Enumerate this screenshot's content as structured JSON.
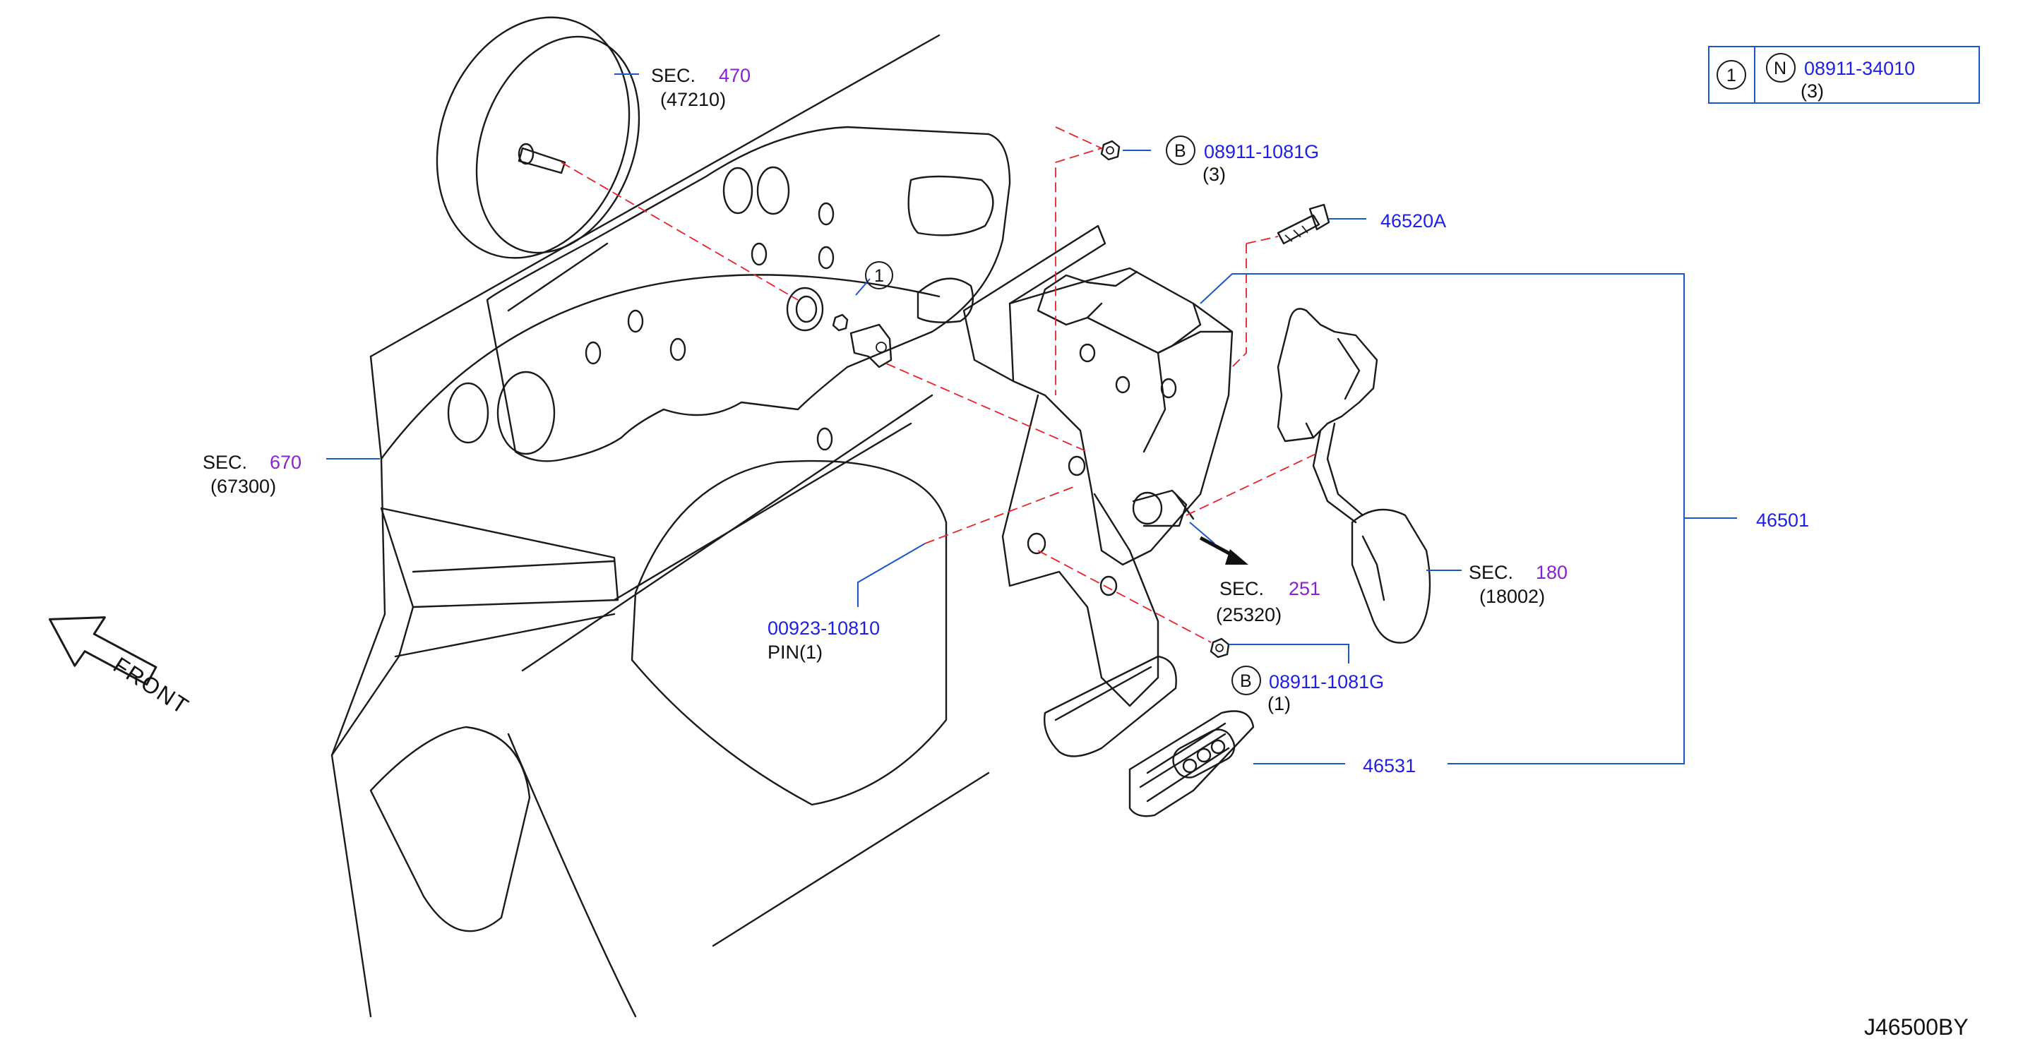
{
  "colors": {
    "part_number": "#1f1fe6",
    "section_number": "#8a1fd6",
    "text": "#111111",
    "leader": "#1a57c8",
    "dashed_line": "#e8202a",
    "drawing": "#1a1a1a"
  },
  "legend": {
    "index": "1",
    "prefix": "N",
    "part": "08911-34010",
    "qty": "(3)"
  },
  "drawing_code": "J46500BY",
  "front_label": "FRONT",
  "callouts": {
    "sec470": {
      "label": "SEC.",
      "num": "470",
      "sub": "(47210)"
    },
    "sec670": {
      "label": "SEC.",
      "num": "670",
      "sub": "(67300)"
    },
    "sec251": {
      "label": "SEC.",
      "num": "251",
      "sub": "(25320)"
    },
    "sec180": {
      "label": "SEC.",
      "num": "180",
      "sub": "(18002)"
    },
    "bolt_top": {
      "prefix": "B",
      "part": "08911-1081G",
      "qty": "(3)"
    },
    "bolt_bottom": {
      "prefix": "B",
      "part": "08911-1081G",
      "qty": "(1)"
    },
    "bolt_46520a": {
      "part": "46520A"
    },
    "assembly": {
      "part": "46501"
    },
    "pad": {
      "part": "46531"
    },
    "pin": {
      "part": "00923-10810",
      "desc": "PIN(1)"
    },
    "nut_index": {
      "index": "1"
    }
  },
  "icons": [
    "front-arrow-icon",
    "connector-arrow-icon",
    "circle-index-icon"
  ]
}
